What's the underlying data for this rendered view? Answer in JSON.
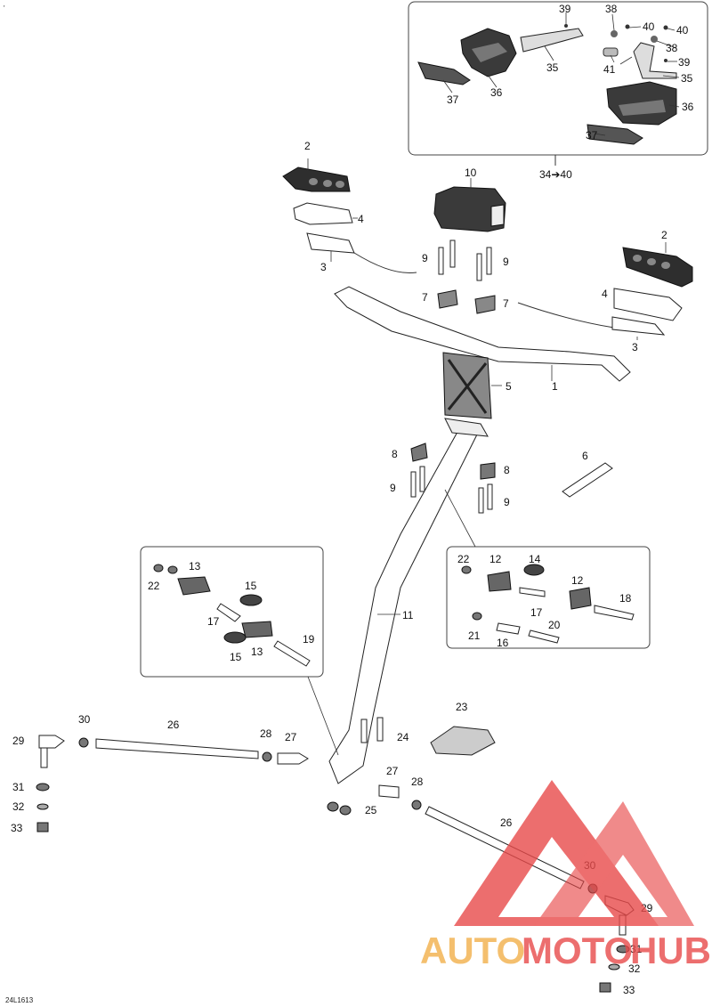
{
  "doc_code": "24L1613",
  "top_mark": "'",
  "inset_ref": "34➔40",
  "watermark": {
    "text_a": "AUTO",
    "text_b": "MOTO",
    "text_c": "HUB",
    "color": "#e84a4a",
    "color_b": "#f2b04a"
  },
  "callouts": {
    "n1": "1",
    "n2a": "2",
    "n2b": "2",
    "n3a": "3",
    "n3b": "3",
    "n4a": "4",
    "n4b": "4",
    "n5": "5",
    "n6": "6",
    "n7a": "7",
    "n7b": "7",
    "n8a": "8",
    "n8b": "8",
    "n9a": "9",
    "n9b": "9",
    "n9c": "9",
    "n9d": "9",
    "n10": "10",
    "n11": "11",
    "n12a": "12",
    "n12b": "12",
    "n13a": "13",
    "n13b": "13",
    "n14": "14",
    "n15a": "15",
    "n15b": "15",
    "n16": "16",
    "n17a": "17",
    "n17b": "17",
    "n18": "18",
    "n19": "19",
    "n20": "20",
    "n21": "21",
    "n22a": "22",
    "n22b": "22",
    "n23": "23",
    "n24": "24",
    "n25": "25",
    "n26a": "26",
    "n26b": "26",
    "n27a": "27",
    "n27b": "27",
    "n28a": "28",
    "n28b": "28",
    "n29a": "29",
    "n29b": "29",
    "n30a": "30",
    "n30b": "30",
    "n31a": "31",
    "n31b": "31",
    "n32a": "32",
    "n32b": "32",
    "n33a": "33",
    "n33b": "33",
    "n35a": "35",
    "n35b": "35",
    "n36a": "36",
    "n36b": "36",
    "n37a": "37",
    "n37b": "37",
    "n38a": "38",
    "n38b": "38",
    "n39a": "39",
    "n39b": "39",
    "n40a": "40",
    "n40b": "40",
    "n41": "41"
  }
}
